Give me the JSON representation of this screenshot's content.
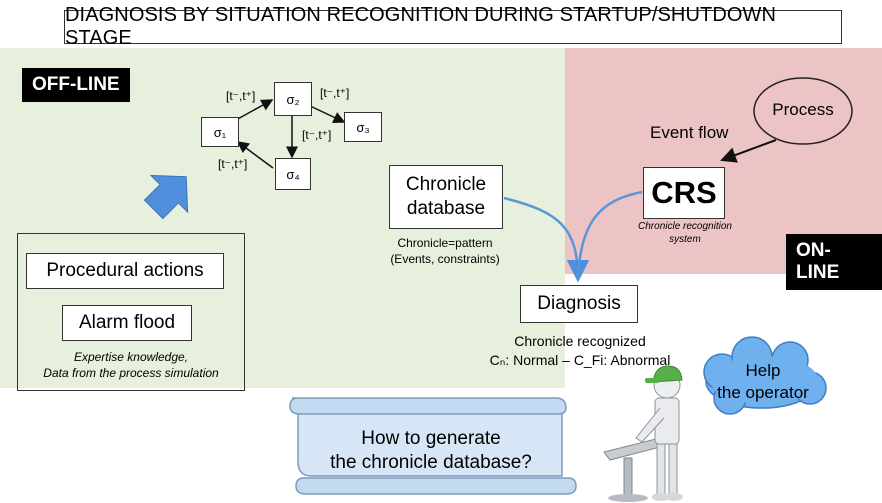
{
  "title": "DIAGNOSIS BY SITUATION RECOGNITION DURING STARTUP/SHUTDOWN STAGE",
  "offline": {
    "label": "OFF-LINE",
    "graph": {
      "states": [
        "σ₁",
        "σ₂",
        "σ₃",
        "σ₄"
      ],
      "constraint": "[t⁻,t⁺]"
    },
    "procedural_actions": "Procedural actions",
    "alarm_flood": "Alarm flood",
    "note_line1": "Expertise knowledge,",
    "note_line2": "Data from the process simulation"
  },
  "chronicle_db": {
    "line1": "Chronicle",
    "line2": "database",
    "caption1": "Chronicle=pattern",
    "caption2": "(Events, constraints)"
  },
  "online": {
    "label": "ON-LINE",
    "process": "Process",
    "event_flow": "Event flow",
    "crs": "CRS",
    "crs_caption1": "Chronicle recognition",
    "crs_caption2": "system"
  },
  "diagnosis": {
    "label": "Diagnosis",
    "line1": "Chronicle  recognized",
    "line2": "Cₙ: Normal – C_Fi: Abnormal"
  },
  "help": {
    "line1": "Help",
    "line2": "the operator"
  },
  "question": {
    "line1": "How to generate",
    "line2": "the chronicle database?"
  },
  "colors": {
    "offline_bg": "#e7efdd",
    "online_bg": "#edc4c6",
    "arrow_blue": "#4f8fdc",
    "cloud": "#6fb0ee",
    "scroll": "#d6e6f7"
  }
}
